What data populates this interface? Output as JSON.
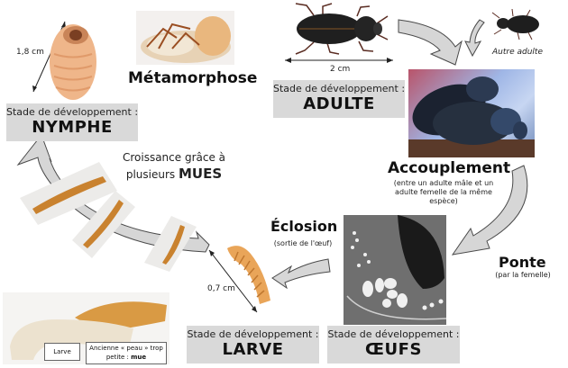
{
  "stages": {
    "prefix": "Stade de développement :",
    "nymphe": "NYMPHE",
    "adulte": "ADULTE",
    "oeufs": "ŒUFS",
    "larve": "LARVE"
  },
  "events": {
    "metamorphose": "Métamorphose",
    "accouplement": "Accouplement",
    "accouplement_note": "(entre un adulte mâle et un adulte femelle de la même espèce)",
    "ponte": "Ponte",
    "ponte_note": "(par la femelle)",
    "eclosion": "Éclosion",
    "eclosion_note": "(sortie de l'œuf)",
    "croissance_line1": "Croissance grâce à",
    "croissance_line2_prefix": "plusieurs",
    "croissance_line2_bold": "MUES"
  },
  "measures": {
    "nymphe_size": "1,8 cm",
    "adulte_size": "2 cm",
    "larve_size": "0,7 cm"
  },
  "labels": {
    "autre_adulte": "Autre adulte",
    "larve_callout": "Larve",
    "mue_callout_prefix": "Ancienne « peau » trop petite :",
    "mue_callout_bold": "mue"
  },
  "colors": {
    "stage_box": "#d9d9d9",
    "arrow_fill": "#d6d6d6",
    "arrow_stroke": "#4a4a4a"
  }
}
